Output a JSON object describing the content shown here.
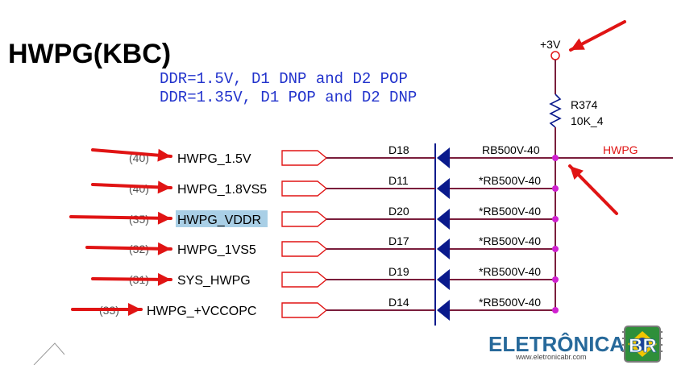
{
  "title": "HWPG(KBC)",
  "notes": [
    "DDR=1.5V, D1 DNP and D2 POP",
    "DDR=1.35V, D1 POP and D2 DNP"
  ],
  "power": {
    "rail": "+3V",
    "resistor_ref": "R374",
    "resistor_value": "10K_4"
  },
  "output_net": "HWPG",
  "rows": [
    {
      "page": "(40)",
      "net": "HWPG_1.5V",
      "diode": "D18",
      "part": "RB500V-40",
      "highlighted": false
    },
    {
      "page": "(40)",
      "net": "HWPG_1.8VS5",
      "diode": "D11",
      "part": "*RB500V-40",
      "highlighted": false
    },
    {
      "page": "(35)",
      "net": "HWPG_VDDR",
      "diode": "D20",
      "part": "*RB500V-40",
      "highlighted": true
    },
    {
      "page": "(32)",
      "net": "HWPG_1VS5",
      "diode": "D17",
      "part": "*RB500V-40",
      "highlighted": false
    },
    {
      "page": "(31)",
      "net": "SYS_HWPG",
      "diode": "D19",
      "part": "*RB500V-40",
      "highlighted": false
    },
    {
      "page": "(33)",
      "net": "HWPG_+VCCOPC",
      "diode": "D14",
      "part": "*RB500V-40",
      "highlighted": false
    }
  ],
  "watermark": {
    "brand_main": "ELETRÔNICA",
    "brand_tail": "BR",
    "url": "www.eletronicabr.com"
  },
  "colors": {
    "wire": "#7a1e3c",
    "diode": "#0a1a8c",
    "note_text": "#2233cc",
    "arrow": "#e01414",
    "junction": "#d020d0",
    "highlight": "#a9cfe6",
    "hwpg_label": "#e01414",
    "watermark_text": "#27699a",
    "power_circle": "#e01414"
  }
}
